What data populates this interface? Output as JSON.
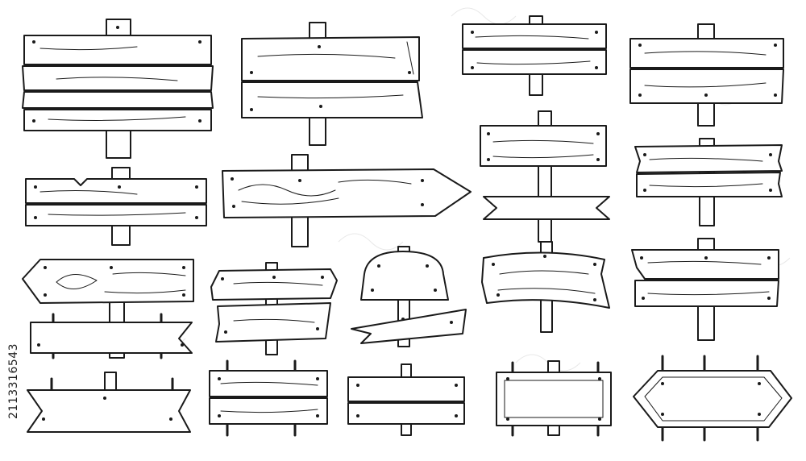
{
  "image": {
    "kind": "illustration",
    "style": "black ink line art on white",
    "colors": {
      "ink": "#1a1a1a",
      "background": "#ffffff",
      "watermark": "#e8e8e8"
    }
  },
  "stock_id": "2113316543",
  "signs": [
    {
      "name": "sign-three-plank-left-top",
      "shape": "three-plank-board"
    },
    {
      "name": "sign-rough-board-top-center",
      "shape": "rough-board"
    },
    {
      "name": "sign-two-plank-top",
      "shape": "two-plank-board"
    },
    {
      "name": "sign-two-plank-right-top",
      "shape": "two-plank-board"
    },
    {
      "name": "sign-notched-board-left",
      "shape": "notched-board"
    },
    {
      "name": "sign-long-arrow-right",
      "shape": "arrow-right"
    },
    {
      "name": "sign-board-with-ribbon",
      "shape": "board-with-ribbon"
    },
    {
      "name": "sign-broken-board-right",
      "shape": "broken-board"
    },
    {
      "name": "sign-arrow-left-with-banner",
      "shape": "arrow-left-with-banner"
    },
    {
      "name": "sign-split-arrows",
      "shape": "split-arrows"
    },
    {
      "name": "sign-rounded-top-with-flag",
      "shape": "rounded-top-with-flag"
    },
    {
      "name": "sign-curved-banner",
      "shape": "curved-banner"
    },
    {
      "name": "sign-cracked-two-plank",
      "shape": "cracked-two-plank"
    },
    {
      "name": "sign-chevron-banner",
      "shape": "chevron-banner"
    },
    {
      "name": "sign-two-plank-bottom",
      "shape": "two-plank-board"
    },
    {
      "name": "sign-stacked-planks-bottom",
      "shape": "stacked-planks"
    },
    {
      "name": "sign-frame-board-bottom",
      "shape": "framed-board"
    },
    {
      "name": "sign-double-arrow-bottom",
      "shape": "double-arrow"
    }
  ]
}
